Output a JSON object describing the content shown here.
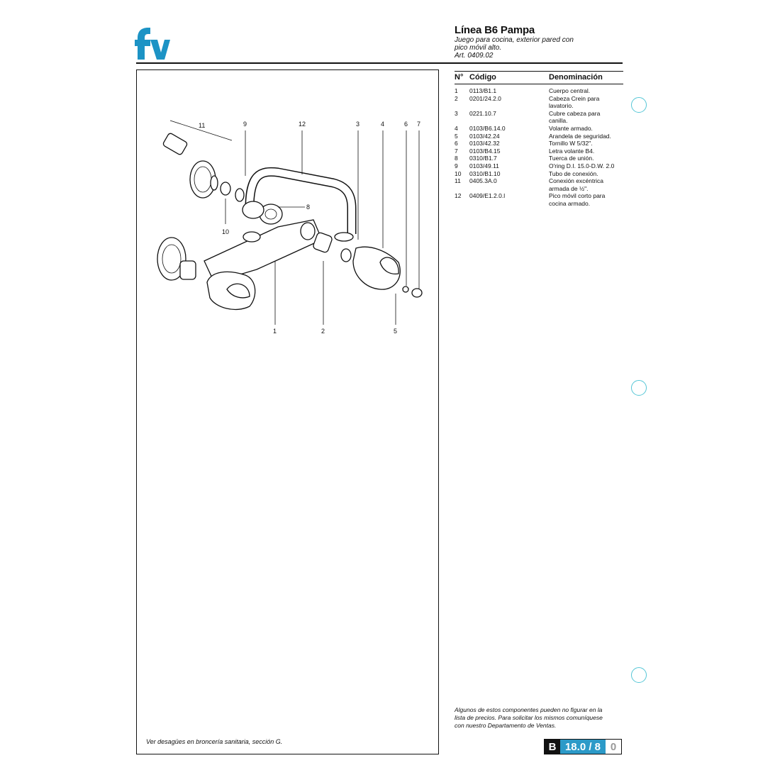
{
  "brand": {
    "logo_text": "fv",
    "color": "#1c93c5"
  },
  "header": {
    "title": "Línea B6 Pampa",
    "subtitle_lines": [
      "Juego para cocina, exterior pared con",
      "pico móvil alto.",
      "Art. 0409.02"
    ]
  },
  "drawing": {
    "note": "Ver desagües en broncería sanitaria, sección G.",
    "callouts": [
      "1",
      "2",
      "3",
      "4",
      "5",
      "6",
      "7",
      "8",
      "9",
      "10",
      "11",
      "12"
    ]
  },
  "parts_table": {
    "headers": {
      "num": "N°",
      "code": "Código",
      "name": "Denominación"
    },
    "rows": [
      {
        "num": "1",
        "code": "0113/B1.1",
        "name": [
          "Cuerpo central."
        ]
      },
      {
        "num": "2",
        "code": "0201/24.2.0",
        "name": [
          "Cabeza Crein para",
          "lavatorio."
        ]
      },
      {
        "num": "3",
        "code": "0221.10.7",
        "name": [
          "Cubre cabeza para",
          "canilla."
        ]
      },
      {
        "num": "4",
        "code": "0103/B6.14.0",
        "name": [
          "Volante armado."
        ]
      },
      {
        "num": "5",
        "code": "0103/42.24",
        "name": [
          "Arandela de seguridad."
        ]
      },
      {
        "num": "6",
        "code": "0103/42.32",
        "name": [
          "Tornillo W 5/32\"."
        ]
      },
      {
        "num": "7",
        "code": "0103/B4.15",
        "name": [
          "Letra volante B4."
        ]
      },
      {
        "num": "8",
        "code": "0310/B1.7",
        "name": [
          "Tuerca de unión."
        ]
      },
      {
        "num": "9",
        "code": "0103/49.11",
        "name": [
          "O'ring D.I. 15.0-D.W. 2.0"
        ]
      },
      {
        "num": "10",
        "code": "0310/B1.10",
        "name": [
          "Tubo de conexión."
        ]
      },
      {
        "num": "11",
        "code": "0405.3A.0",
        "name": [
          "Conexión excéntrica",
          "armada de ½\"."
        ]
      },
      {
        "num": "12",
        "code": "0409/E1.2.0.l",
        "name": [
          "Pico móvil corto para",
          "cocina armado."
        ]
      }
    ]
  },
  "footer": {
    "note_lines": [
      "Algunos de estos componentes pueden no figurar en la",
      "lista de precios. Para solicitar los mismos comuníquese",
      "con nuestro Departamento de Ventas."
    ],
    "page_section": "B",
    "page_number": "18.0 / 8",
    "page_revision": "0"
  }
}
